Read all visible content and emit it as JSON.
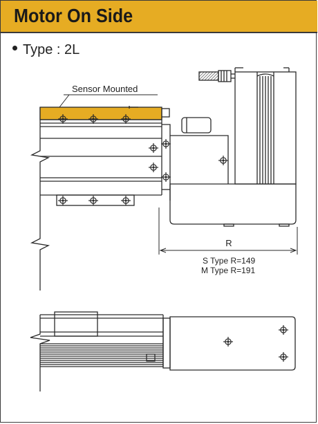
{
  "header": {
    "title": "Motor On Side"
  },
  "type_line": {
    "label": "Type : 2L"
  },
  "drawing": {
    "sensor_label": "Sensor Mounted",
    "dimension_label": "R",
    "notes": [
      "S  Type R=149",
      "M Type R=191"
    ]
  },
  "colors": {
    "header_bg": "#e6ac23",
    "sensor_rail": "#e6ac23",
    "line": "#2a2a2a"
  }
}
